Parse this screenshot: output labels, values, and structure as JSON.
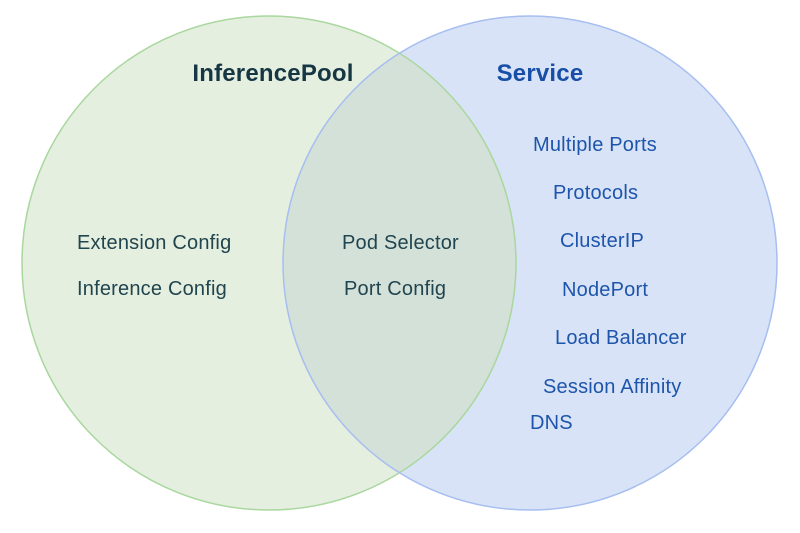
{
  "diagram": {
    "type": "venn",
    "left": {
      "title": "InferencePool",
      "items": [
        "Extension Config",
        "Inference Config"
      ]
    },
    "overlap": {
      "items": [
        "Pod Selector",
        "Port Config"
      ]
    },
    "right": {
      "title": "Service",
      "items": [
        "Multiple Ports",
        "Protocols",
        "ClusterIP",
        "NodePort",
        "Load Balancer",
        "Session Affinity",
        "DNS"
      ]
    },
    "colors": {
      "green_fill": "#e5efe0",
      "green_stroke": "#a9d79e",
      "blue_fill": "#d9e3f7",
      "blue_stroke": "#a6bef0",
      "overlap_fill": "#d4e1d9",
      "left_text": "#21454f",
      "left_title": "#153642",
      "right_text": "#1d55ab",
      "right_title": "#174ea6"
    }
  }
}
